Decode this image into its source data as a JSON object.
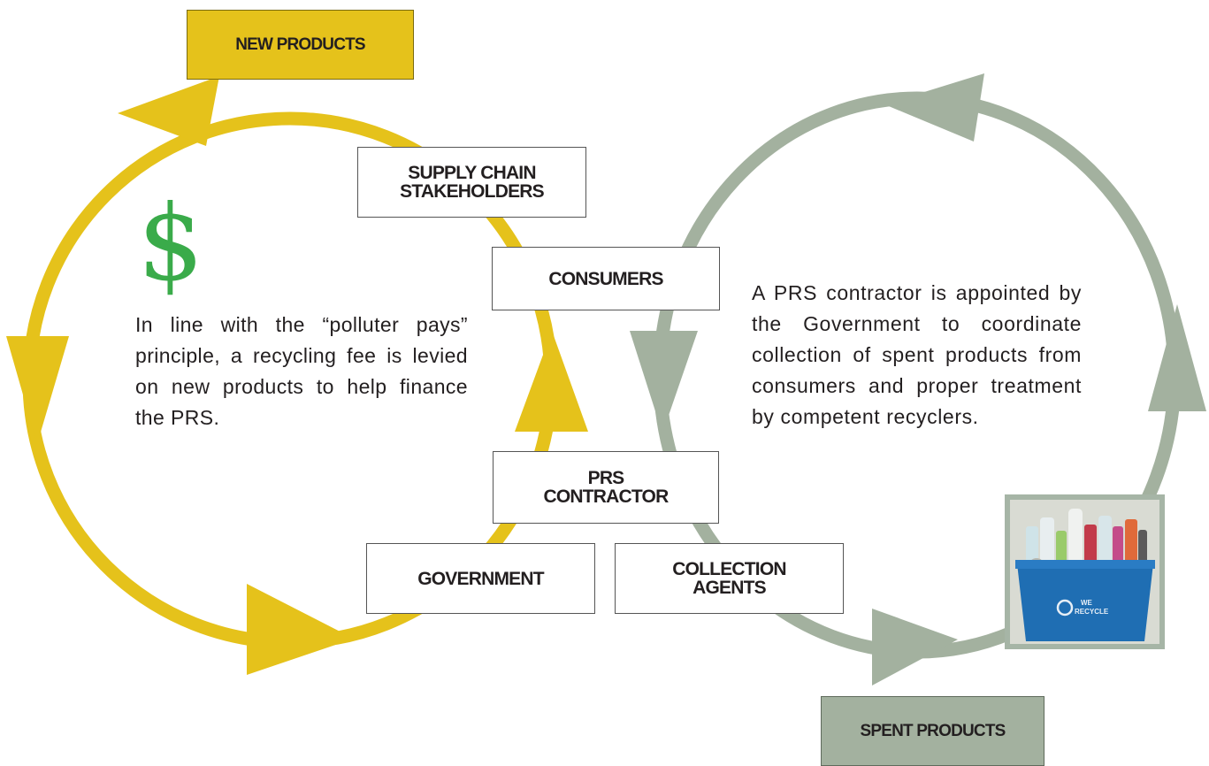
{
  "boxes": {
    "new_products": "NEW PRODUCTS",
    "spent_products": "SPENT PRODUCTS",
    "supply_chain": [
      "SUPPLY CHAIN",
      "STAKEHOLDERS"
    ],
    "consumers": "CONSUMERS",
    "prs_contractor": [
      "PRS",
      "CONTRACTOR"
    ],
    "government": "GOVERNMENT",
    "collection_agents": [
      "COLLECTION",
      "AGENTS"
    ]
  },
  "text": {
    "dollar_symbol": "$",
    "fee_description": "In line with the “polluter pays” principle, a recycling fee is levied on new products to help finance the PRS.",
    "prs_description": "A PRS contractor is appointed by the Government to coordinate collection of spent products from consumers and proper treatment by competent recyclers.",
    "bin_label": [
      "WE",
      "RECYCLE"
    ]
  },
  "colors": {
    "new_loop": "#e5c21b",
    "spent_loop": "#a3b19f",
    "dollar": "#3aab4a",
    "bin": "#1f6eb3"
  },
  "icons": {
    "dollar": "dollar-sign-icon",
    "recycle_bin": "recycle-bin-photo"
  }
}
